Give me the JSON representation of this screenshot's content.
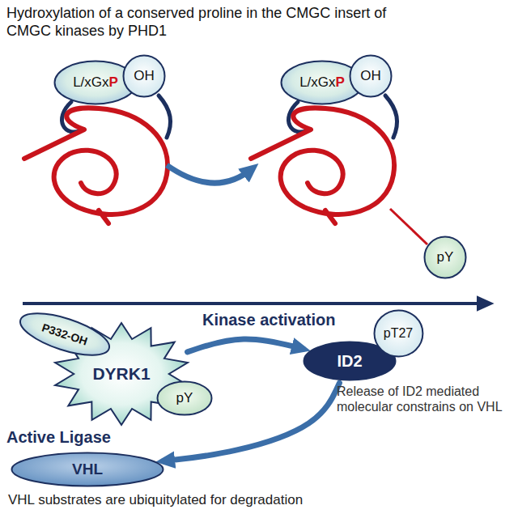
{
  "diagram": {
    "title": "Hydroxylation of a conserved proline in the CMGC insert of CMGC kinases by PHD1",
    "nodes": [
      {
        "text": [
          "L/xGx",
          "P"
        ]
      },
      {
        "text": [
          "OH"
        ]
      },
      {
        "text": [
          "L/xGx",
          "P"
        ]
      },
      {
        "text": [
          "OH"
        ]
      },
      {
        "text": [
          "pY"
        ]
      },
      {
        "text": [
          "DYRK1"
        ]
      },
      {
        "text": [
          "P332-OH"
        ]
      },
      {
        "text": [
          "pY"
        ]
      },
      {
        "text": [
          "ID2"
        ]
      },
      {
        "text": [
          "pT27"
        ]
      },
      {
        "text": [
          "VHL"
        ]
      }
    ],
    "edges": [
      {
        "from": 5,
        "to": 8,
        "arrow": "to"
      },
      {
        "from": 8,
        "to": 10,
        "arrow": "to"
      }
    ],
    "labels": [
      "Kinase activation",
      "Release of ID2 mediated molecular constrains on VHL",
      "Active Ligase",
      "VHL substrates are ubiquitylated for degradation"
    ]
  }
}
